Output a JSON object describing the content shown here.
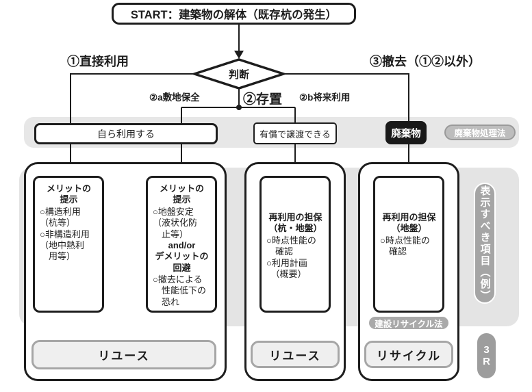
{
  "flow": {
    "start": "START：建築物の解体（既存杭の発生）",
    "decision": "判断",
    "branch1": "①直接利用",
    "branch2": "②存置",
    "branch2a": "②a敷地保全",
    "bran2b_typo_guard": "",
    "branch2b": "②b将来利用",
    "branch3": "③撤去（①②以外）"
  },
  "status_band": {
    "self_use": "自ら利用する",
    "paid_transfer": "有償で譲渡できる",
    "waste": "廃棄物",
    "waste_law_badge": "廃棄物処理法"
  },
  "columns": {
    "col1": {
      "title": "メリットの\n提示",
      "body": "○構造利用\n（杭等）\n○非構造利用\n（地中熱利\n　用等）"
    },
    "col2": {
      "title": "メリットの\n提示",
      "body1": "○地盤安定\n（液状化防\n　止等）",
      "connector": "and/or",
      "title2": "デメリットの\n回避",
      "body2": "○撤去による\n　性能低下の\n　恐れ"
    },
    "col3": {
      "title": "再利用の担保\n（杭・地盤）",
      "body": "○時点性能の\n　確認\n○利用計画\n　（概要）"
    },
    "col4": {
      "title": "再利用の担保\n（地盤）",
      "body": "○時点性能の\n　確認"
    }
  },
  "outcomes": {
    "reuse_wide": "リユース",
    "reuse": "リユース",
    "recycle": "リサイクル",
    "recycle_law_badge": "建設リサイクル法",
    "three_r": "3\nR"
  },
  "side_label": "表示すべき項目（例）",
  "colors": {
    "line_black": "#1d1d1d",
    "band_gray": "#e7e7e7",
    "area_gray": "#e4e4e4",
    "badge_gray": "#a9a9a9",
    "waste_black": "#191919",
    "outcome_fill": "#efefef",
    "outcome_border": "#a6a6a6"
  }
}
